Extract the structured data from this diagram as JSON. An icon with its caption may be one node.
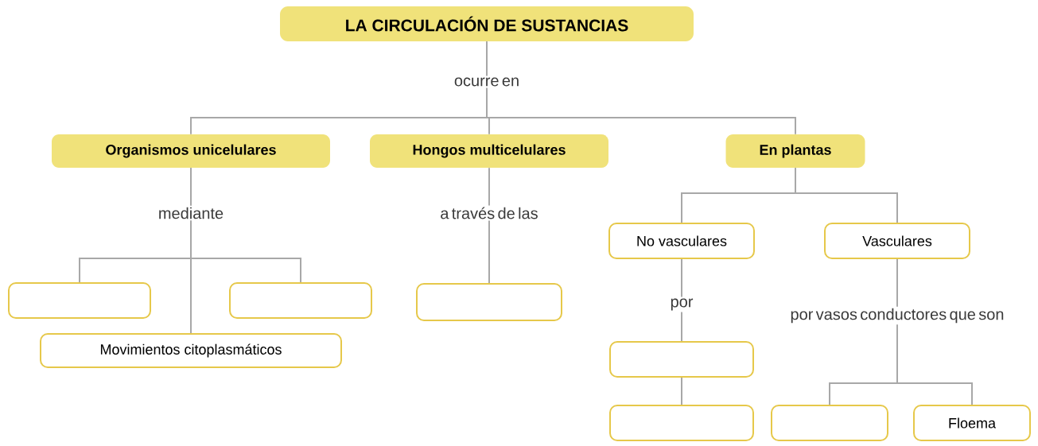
{
  "diagram": {
    "nodes": [
      {
        "text": [
          "LA CIRCULACIÓN DE SUSTANCIAS"
        ]
      },
      {
        "text": [
          "Organismos unicelulares"
        ]
      },
      {
        "text": [
          "Hongos multicelulares"
        ]
      },
      {
        "text": [
          "En plantas"
        ]
      },
      {
        "text": [],
        "shape": "box"
      },
      {
        "text": [],
        "shape": "box"
      },
      {
        "text": [
          "Movimientos citoplasmáticos"
        ]
      },
      {
        "text": [],
        "shape": "box"
      },
      {
        "text": [
          "No vasculares"
        ]
      },
      {
        "text": [
          "Vasculares"
        ]
      },
      {
        "text": [],
        "shape": "box"
      },
      {
        "text": [],
        "shape": "box"
      },
      {
        "text": [],
        "shape": "box"
      },
      {
        "text": [
          "Floema"
        ]
      }
    ],
    "edges": [
      {
        "from": 0,
        "to": 1,
        "arrow": "none"
      },
      {
        "from": 0,
        "to": 2,
        "arrow": "none",
        "label": "ocurre en"
      },
      {
        "from": 0,
        "to": 3,
        "arrow": "none"
      },
      {
        "from": 1,
        "to": 4,
        "arrow": "none"
      },
      {
        "from": 1,
        "to": 6,
        "arrow": "none",
        "label": "mediante"
      },
      {
        "from": 1,
        "to": 5,
        "arrow": "none"
      },
      {
        "from": 2,
        "to": 7,
        "arrow": "none",
        "label": "a través de las"
      },
      {
        "from": 3,
        "to": 8,
        "arrow": "none"
      },
      {
        "from": 3,
        "to": 9,
        "arrow": "none"
      },
      {
        "from": 8,
        "to": 10,
        "arrow": "none",
        "label": "por"
      },
      {
        "from": 10,
        "to": 11,
        "arrow": "none"
      },
      {
        "from": 9,
        "to": 12,
        "arrow": "none",
        "label": "por vasos conductores que son"
      },
      {
        "from": 9,
        "to": 13,
        "arrow": "none"
      }
    ]
  }
}
